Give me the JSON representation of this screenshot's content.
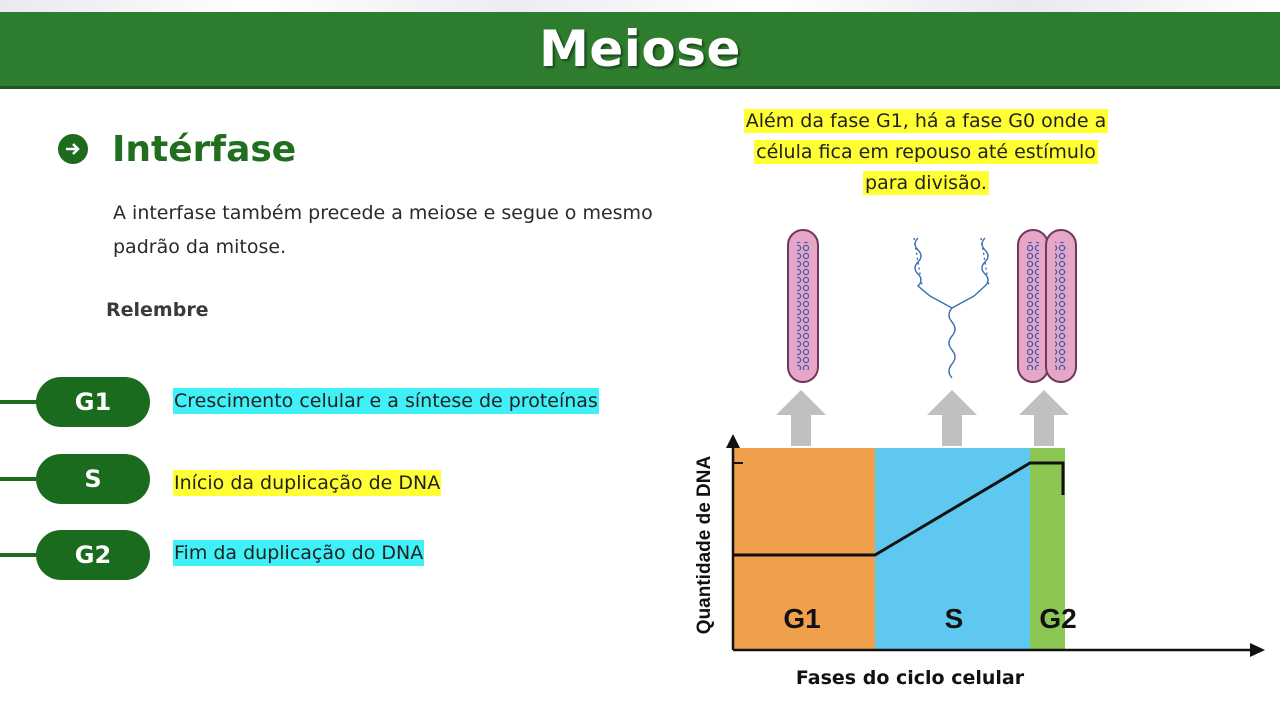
{
  "header": {
    "title": "Meiose"
  },
  "section": {
    "title": "Intérfase"
  },
  "paragraph": "A interfase também precede a meiose e segue o mesmo padrão da mitose.",
  "relembre": "Relembre",
  "phases": [
    {
      "label": "G1",
      "description": "Crescimento celular e a síntese de proteínas",
      "highlight": "#3ff0f7"
    },
    {
      "label": "S",
      "description": "Início da duplicação de DNA",
      "highlight": "#ffff33"
    },
    {
      "label": "G2",
      "description": "Fim da duplicação do DNA",
      "highlight": "#3ff0f7"
    }
  ],
  "note": {
    "line1": "Além da fase G1, há a fase G0 onde a",
    "line2": "célula fica em repouso até estímulo",
    "line3": "para divisão."
  },
  "diagram": {
    "ylabel": "Quantidade de DNA",
    "xlabel": "Fases do ciclo celular",
    "regions": [
      {
        "label": "G1",
        "color": "#f0a04b"
      },
      {
        "label": "S",
        "color": "#5fc8f0"
      },
      {
        "label": "G2",
        "color": "#8cc653"
      }
    ]
  },
  "colors": {
    "header_green": "#2e7d2e",
    "pill_green": "#1b6b1f",
    "highlight_cyan": "#3ff0f7",
    "highlight_yellow": "#ffff33"
  }
}
